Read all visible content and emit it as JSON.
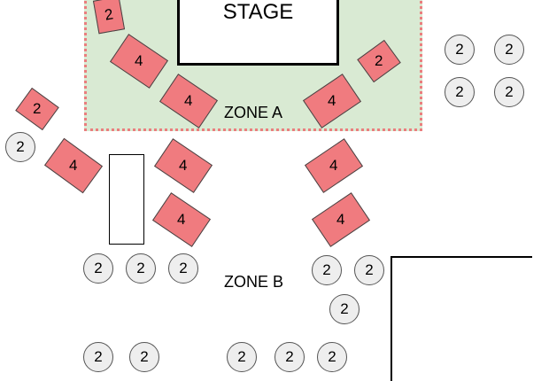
{
  "stage": {
    "label": "STAGE"
  },
  "zones": {
    "a": "ZONE A",
    "b": "ZONE B"
  },
  "tables": [
    {
      "label": "2"
    },
    {
      "label": "4"
    },
    {
      "label": "4"
    },
    {
      "label": "2"
    },
    {
      "label": "4"
    },
    {
      "label": "2"
    },
    {
      "label": "4"
    },
    {
      "label": "4"
    },
    {
      "label": "4"
    },
    {
      "label": "4"
    },
    {
      "label": "4"
    }
  ],
  "seats": [
    {
      "label": "2"
    },
    {
      "label": "2"
    },
    {
      "label": "2"
    },
    {
      "label": "2"
    },
    {
      "label": "2"
    },
    {
      "label": "2"
    },
    {
      "label": "2"
    },
    {
      "label": "2"
    },
    {
      "label": "2"
    },
    {
      "label": "2"
    },
    {
      "label": "2"
    },
    {
      "label": "2"
    },
    {
      "label": "2"
    },
    {
      "label": "2"
    },
    {
      "label": "2"
    },
    {
      "label": "2"
    }
  ],
  "colors": {
    "zone_fill": "#d9ead3",
    "zone_border": "#ea7e7e",
    "table_fill": "#f07b7f",
    "seat_fill": "#eeeeee"
  }
}
